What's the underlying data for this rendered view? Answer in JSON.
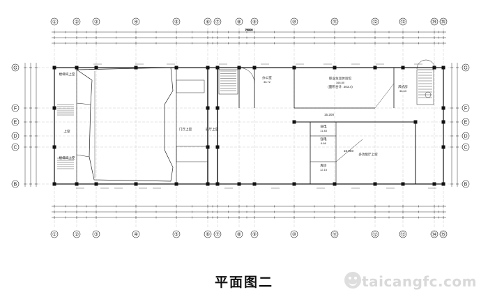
{
  "caption": "平面图二",
  "watermark": "taicangfc.com",
  "axes": {
    "columns": [
      "①",
      "②",
      "③",
      "④",
      "⑤",
      "⑥",
      "⑦",
      "⑧",
      "⑨",
      "⑩",
      "⑪",
      "⑫",
      "⑬",
      "⑭",
      "⑮"
    ],
    "rows": [
      "G",
      "F",
      "E",
      "D",
      "C",
      "B"
    ]
  },
  "overall_dimension": "76000",
  "rooms": [
    {
      "id": "stair-left-top",
      "label": "楼梯间上空"
    },
    {
      "id": "stair-left-bottom",
      "label": "楼梯间上空"
    },
    {
      "id": "void-left",
      "label": "上空"
    },
    {
      "id": "hall-void",
      "label": "门厅上空"
    },
    {
      "id": "side-void",
      "label": "前厅上空"
    },
    {
      "id": "office-a",
      "label": "办公室",
      "area": "36.72"
    },
    {
      "id": "meeting",
      "label": "职业生涯体验馆",
      "area": "166.80"
    },
    {
      "id": "meeting-note",
      "label": "(面积合计: 203.4)"
    },
    {
      "id": "office-b",
      "label": "风机房",
      "area": "36.63"
    },
    {
      "id": "room-1",
      "label": "弱电",
      "area": "11.48"
    },
    {
      "id": "room-2",
      "label": "强电",
      "area": "6.66"
    },
    {
      "id": "room-3",
      "label": "库房",
      "area": "12.15"
    },
    {
      "id": "multi-hall",
      "label": "多功能厅上空"
    },
    {
      "id": "elevation-1",
      "label": "15.200"
    },
    {
      "id": "elevation-2",
      "label": "15.050"
    }
  ]
}
